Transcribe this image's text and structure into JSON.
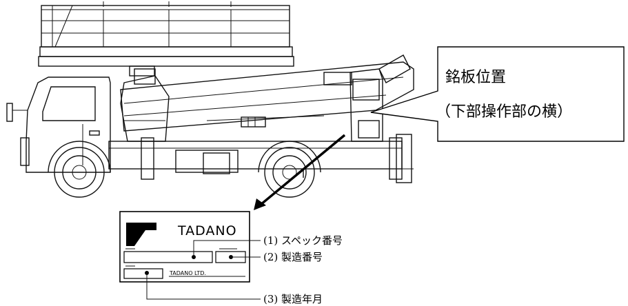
{
  "callout": {
    "title": "銘板位置",
    "subtitle": "（下部操作部の横）"
  },
  "nameplate": {
    "brand": "TADANO",
    "company": "TADANO LTD."
  },
  "labels": [
    {
      "text": "(1) スペック番号"
    },
    {
      "text": "(2) 製造番号"
    },
    {
      "text": "(3) 製造年月"
    }
  ]
}
